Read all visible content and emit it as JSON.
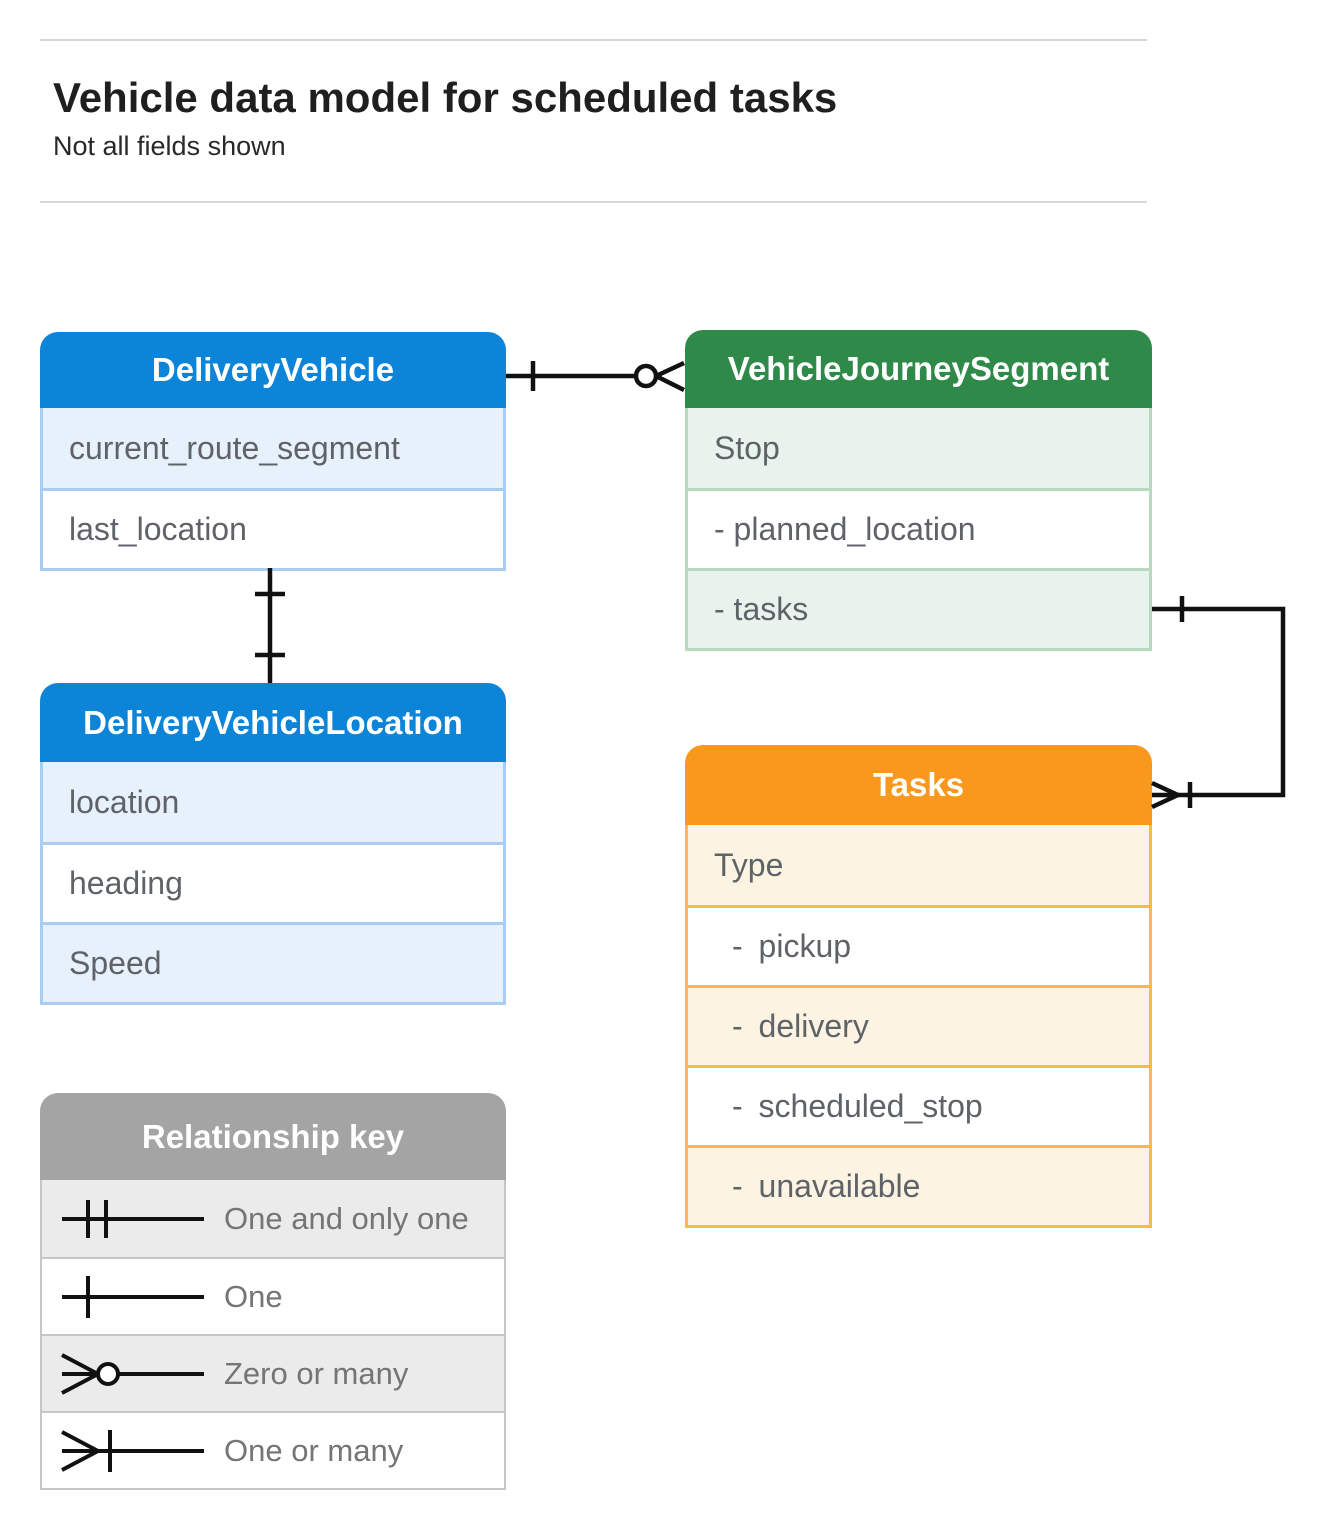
{
  "page": {
    "title": "Vehicle data model for scheduled tasks",
    "subtitle": "Not all fields shown"
  },
  "entities": {
    "delivery_vehicle": {
      "title": "DeliveryVehicle",
      "fields": [
        "current_route_segment",
        "last_location"
      ]
    },
    "vehicle_journey_segment": {
      "title": "VehicleJourneySegment",
      "fields": [
        "Stop",
        "- planned_location",
        "- tasks"
      ]
    },
    "delivery_vehicle_location": {
      "title": "DeliveryVehicleLocation",
      "fields": [
        "location",
        "heading",
        "Speed"
      ]
    },
    "tasks": {
      "title": "Tasks",
      "fields": [
        "Type",
        "- pickup",
        "- delivery",
        "- scheduled_stop",
        "- unavailable"
      ]
    }
  },
  "relationships": [
    {
      "from": "DeliveryVehicle",
      "to": "VehicleJourneySegment",
      "from_end": "one",
      "to_end": "zero-or-many"
    },
    {
      "from": "DeliveryVehicle",
      "to": "DeliveryVehicleLocation",
      "from_end": "one",
      "to_end": "one"
    },
    {
      "from": "VehicleJourneySegment.tasks",
      "to": "Tasks",
      "from_end": "one",
      "to_end": "one-or-many"
    }
  ],
  "legend": {
    "title": "Relationship key",
    "items": [
      {
        "symbol": "one-and-only-one",
        "label": "One and only one"
      },
      {
        "symbol": "one",
        "label": "One"
      },
      {
        "symbol": "zero-or-many",
        "label": "Zero or many"
      },
      {
        "symbol": "one-or-many",
        "label": "One or many"
      }
    ]
  },
  "colors": {
    "blue_header": "#0c85d8",
    "blue_row": "#e7f1fc",
    "blue_border": "#a9cdf1",
    "green_header": "#2f8a49",
    "green_row": "#e9f3ed",
    "green_border": "#b8d8c1",
    "orange_header": "#f8991d",
    "orange_row": "#fdf3e2",
    "orange_border": "#f5bd45",
    "gray_header": "#a4a4a4",
    "gray_row": "#ebebeb",
    "gray_border": "#c6c6c6",
    "connector": "#111111",
    "field_text": "#5f6368",
    "legend_text": "#757575",
    "title_text": "#1f1f1f"
  }
}
